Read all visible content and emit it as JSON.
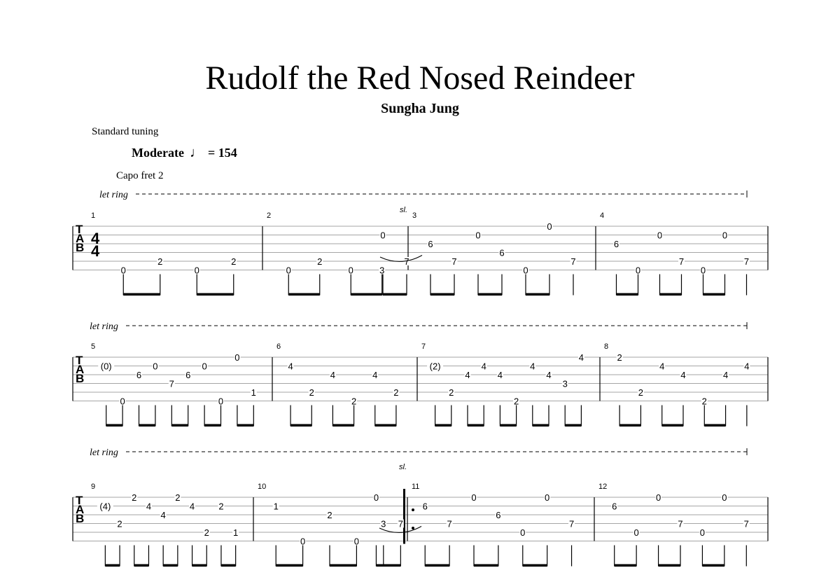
{
  "header": {
    "title": "Rudolf the Red Nosed Reindeer",
    "artist": "Sungha Jung",
    "tuning": "Standard tuning",
    "tempo_label": "Moderate",
    "tempo_note_icon": "quarter-note-icon",
    "tempo_value": "= 154",
    "capo": "Capo fret 2"
  },
  "labels": {
    "let_ring": "let ring",
    "slide": "sl.",
    "tab_letters": [
      "T",
      "A",
      "B"
    ],
    "time_signature": [
      "4",
      "4"
    ]
  },
  "systems": [
    {
      "measures": [
        {
          "number": "1",
          "notes": [
            {
              "string": 5,
              "fret": "0"
            },
            {
              "string": 4,
              "fret": "2"
            },
            {
              "string": 5,
              "fret": "0"
            },
            {
              "string": 4,
              "fret": "2"
            }
          ]
        },
        {
          "number": "2",
          "notes": [
            {
              "string": 5,
              "fret": "0"
            },
            {
              "string": 4,
              "fret": "2"
            },
            {
              "string": 5,
              "fret": "0"
            },
            {
              "string": 5,
              "fret": "3"
            }
          ]
        },
        {
          "number": "3",
          "notes": [
            {
              "string": 1,
              "fret": "0"
            },
            {
              "string": 4,
              "fret": "7"
            },
            {
              "string": 2,
              "fret": "6"
            },
            {
              "string": 4,
              "fret": "7"
            },
            {
              "string": 1,
              "fret": "0"
            },
            {
              "string": 3,
              "fret": "6"
            },
            {
              "string": 5,
              "fret": "0"
            },
            {
              "string": 0,
              "fret": "0"
            },
            {
              "string": 4,
              "fret": "7"
            }
          ]
        },
        {
          "number": "4",
          "notes": [
            {
              "string": 2,
              "fret": "6"
            },
            {
              "string": 5,
              "fret": "0"
            },
            {
              "string": 1,
              "fret": "0"
            },
            {
              "string": 4,
              "fret": "7"
            },
            {
              "string": 5,
              "fret": "0"
            },
            {
              "string": 1,
              "fret": "0"
            },
            {
              "string": 4,
              "fret": "7"
            }
          ]
        }
      ]
    },
    {
      "measures": [
        {
          "number": "5",
          "notes": [
            {
              "string": 1,
              "fret": "(0)"
            },
            {
              "string": 5,
              "fret": "0"
            },
            {
              "string": 2,
              "fret": "6"
            },
            {
              "string": 1,
              "fret": "0"
            },
            {
              "string": 3,
              "fret": "7"
            },
            {
              "string": 2,
              "fret": "6"
            },
            {
              "string": 1,
              "fret": "0"
            },
            {
              "string": 5,
              "fret": "0"
            },
            {
              "string": 0,
              "fret": "0"
            },
            {
              "string": 4,
              "fret": "1"
            }
          ]
        },
        {
          "number": "6",
          "notes": [
            {
              "string": 1,
              "fret": "4"
            },
            {
              "string": 4,
              "fret": "2"
            },
            {
              "string": 2,
              "fret": "4"
            },
            {
              "string": 5,
              "fret": "2"
            },
            {
              "string": 2,
              "fret": "4"
            },
            {
              "string": 4,
              "fret": "2"
            }
          ]
        },
        {
          "number": "7",
          "notes": [
            {
              "string": 1,
              "fret": "(2)"
            },
            {
              "string": 4,
              "fret": "2"
            },
            {
              "string": 2,
              "fret": "4"
            },
            {
              "string": 1,
              "fret": "4"
            },
            {
              "string": 2,
              "fret": "4"
            },
            {
              "string": 5,
              "fret": "2"
            },
            {
              "string": 1,
              "fret": "4"
            },
            {
              "string": 2,
              "fret": "4"
            },
            {
              "string": 3,
              "fret": "3"
            },
            {
              "string": 0,
              "fret": "4"
            }
          ]
        },
        {
          "number": "8",
          "notes": [
            {
              "string": 0,
              "fret": "2"
            },
            {
              "string": 4,
              "fret": "2"
            },
            {
              "string": 1,
              "fret": "4"
            },
            {
              "string": 2,
              "fret": "4"
            },
            {
              "string": 5,
              "fret": "2"
            },
            {
              "string": 2,
              "fret": "4"
            },
            {
              "string": 1,
              "fret": "4"
            }
          ]
        }
      ]
    },
    {
      "measures": [
        {
          "number": "9",
          "notes": [
            {
              "string": 1,
              "fret": "(4)"
            },
            {
              "string": 3,
              "fret": "2"
            },
            {
              "string": 0,
              "fret": "2"
            },
            {
              "string": 1,
              "fret": "4"
            },
            {
              "string": 2,
              "fret": "4"
            },
            {
              "string": 0,
              "fret": "2"
            },
            {
              "string": 1,
              "fret": "4"
            },
            {
              "string": 4,
              "fret": "2"
            },
            {
              "string": 1,
              "fret": "2"
            },
            {
              "string": 4,
              "fret": "1"
            }
          ]
        },
        {
          "number": "10",
          "notes": [
            {
              "string": 1,
              "fret": "1"
            },
            {
              "string": 5,
              "fret": "0"
            },
            {
              "string": 2,
              "fret": "2"
            },
            {
              "string": 5,
              "fret": "0"
            },
            {
              "string": 3,
              "fret": "3"
            }
          ]
        },
        {
          "number": "11",
          "notes": [
            {
              "string": 0,
              "fret": "0"
            },
            {
              "string": 3,
              "fret": "7"
            },
            {
              "string": 1,
              "fret": "6"
            },
            {
              "string": 3,
              "fret": "7"
            },
            {
              "string": 0,
              "fret": "0"
            },
            {
              "string": 2,
              "fret": "6"
            },
            {
              "string": 4,
              "fret": "0"
            },
            {
              "string": 0,
              "fret": "0"
            },
            {
              "string": 3,
              "fret": "7"
            }
          ]
        },
        {
          "number": "12",
          "notes": [
            {
              "string": 1,
              "fret": "6"
            },
            {
              "string": 4,
              "fret": "0"
            },
            {
              "string": 0,
              "fret": "0"
            },
            {
              "string": 3,
              "fret": "7"
            },
            {
              "string": 4,
              "fret": "0"
            },
            {
              "string": 0,
              "fret": "0"
            },
            {
              "string": 3,
              "fret": "7"
            }
          ]
        }
      ]
    }
  ]
}
